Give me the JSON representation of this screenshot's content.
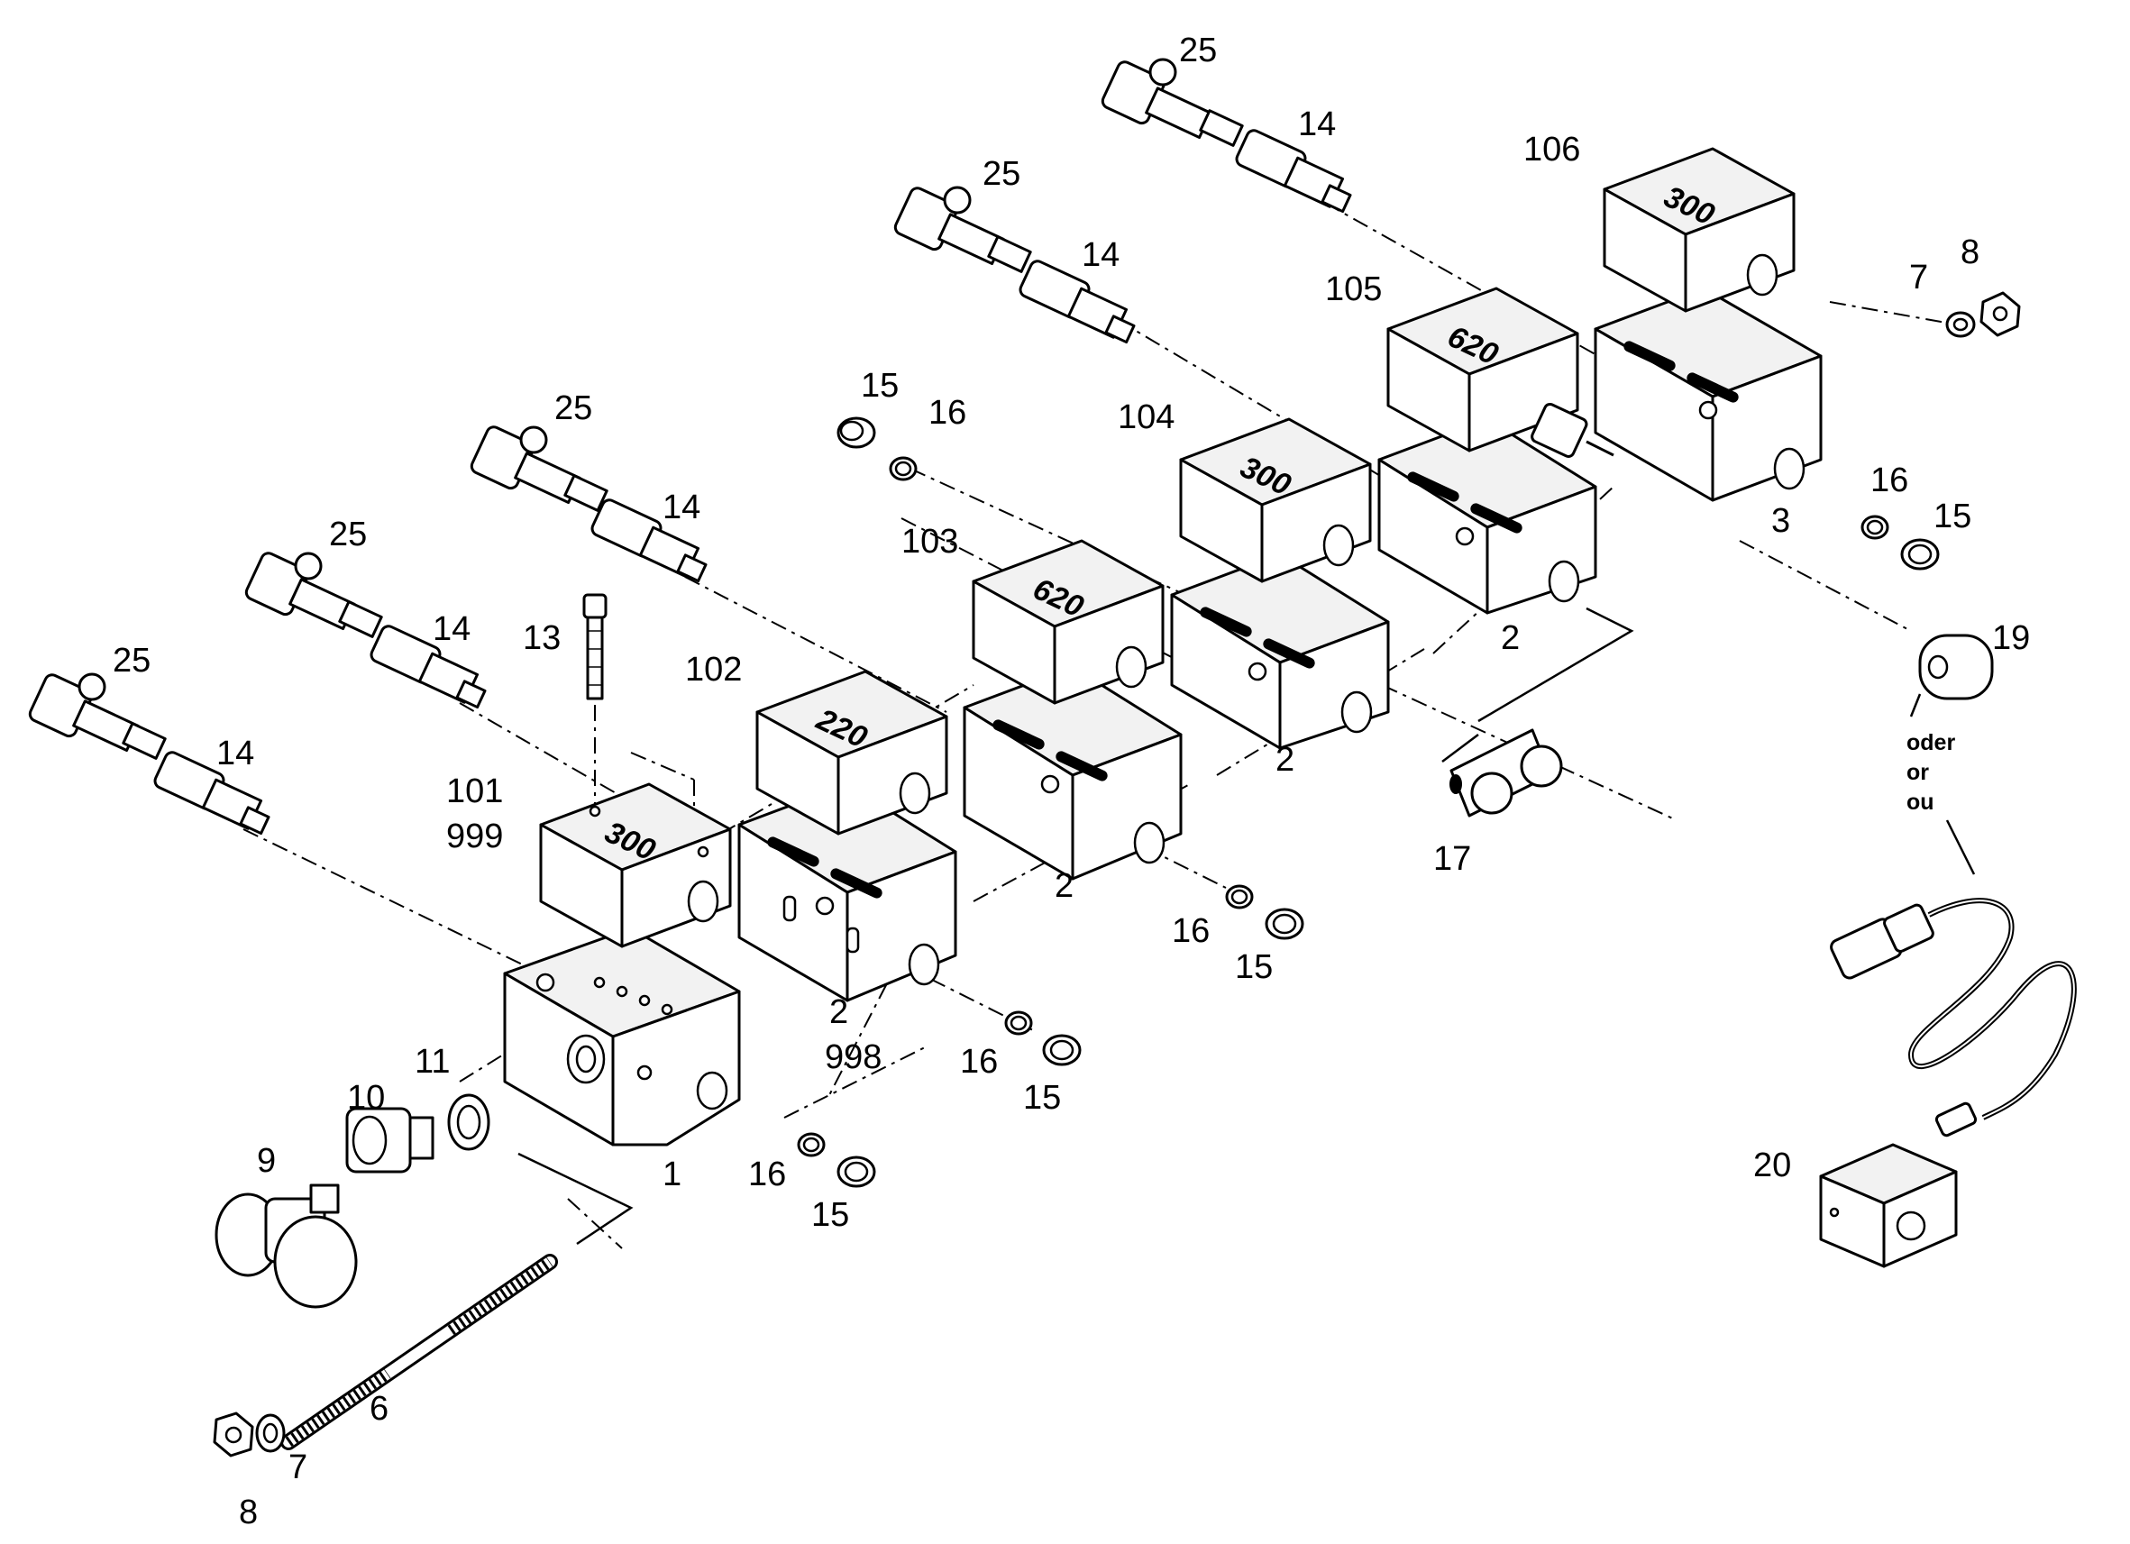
{
  "diagram": {
    "callouts": {
      "c25a": "25",
      "c14a": "14",
      "c106": "106",
      "c7a": "7",
      "c8a": "8",
      "c25b": "25",
      "c14b": "14",
      "c105": "105",
      "c15a": "15",
      "c16a": "16",
      "c104": "104",
      "c25c": "25",
      "c14c": "14",
      "c103": "103",
      "c25d": "25",
      "c14d": "14",
      "c13": "13",
      "c25e": "25",
      "c14e": "14",
      "c102": "102",
      "c101": "101",
      "c999": "999",
      "c16b": "16",
      "c15b": "15",
      "c3": "3",
      "c2a": "2",
      "c2b": "2",
      "c2c": "2",
      "c19": "19",
      "c17": "17",
      "c16c": "16",
      "c15c": "15",
      "c2d": "2",
      "c998": "998",
      "c16d": "16",
      "c15d": "15",
      "c11": "11",
      "c10": "10",
      "c9": "9",
      "c1": "1",
      "c16e": "16",
      "c15e": "15",
      "c6": "6",
      "c7b": "7",
      "c8b": "8",
      "c20": "20"
    },
    "block_labels": {
      "b106": "300",
      "b105": "620",
      "b104": "300",
      "b103": "620",
      "b102": "220",
      "b101": "300"
    },
    "note": {
      "line1": "oder",
      "line2": "or",
      "line3": "ou"
    }
  }
}
